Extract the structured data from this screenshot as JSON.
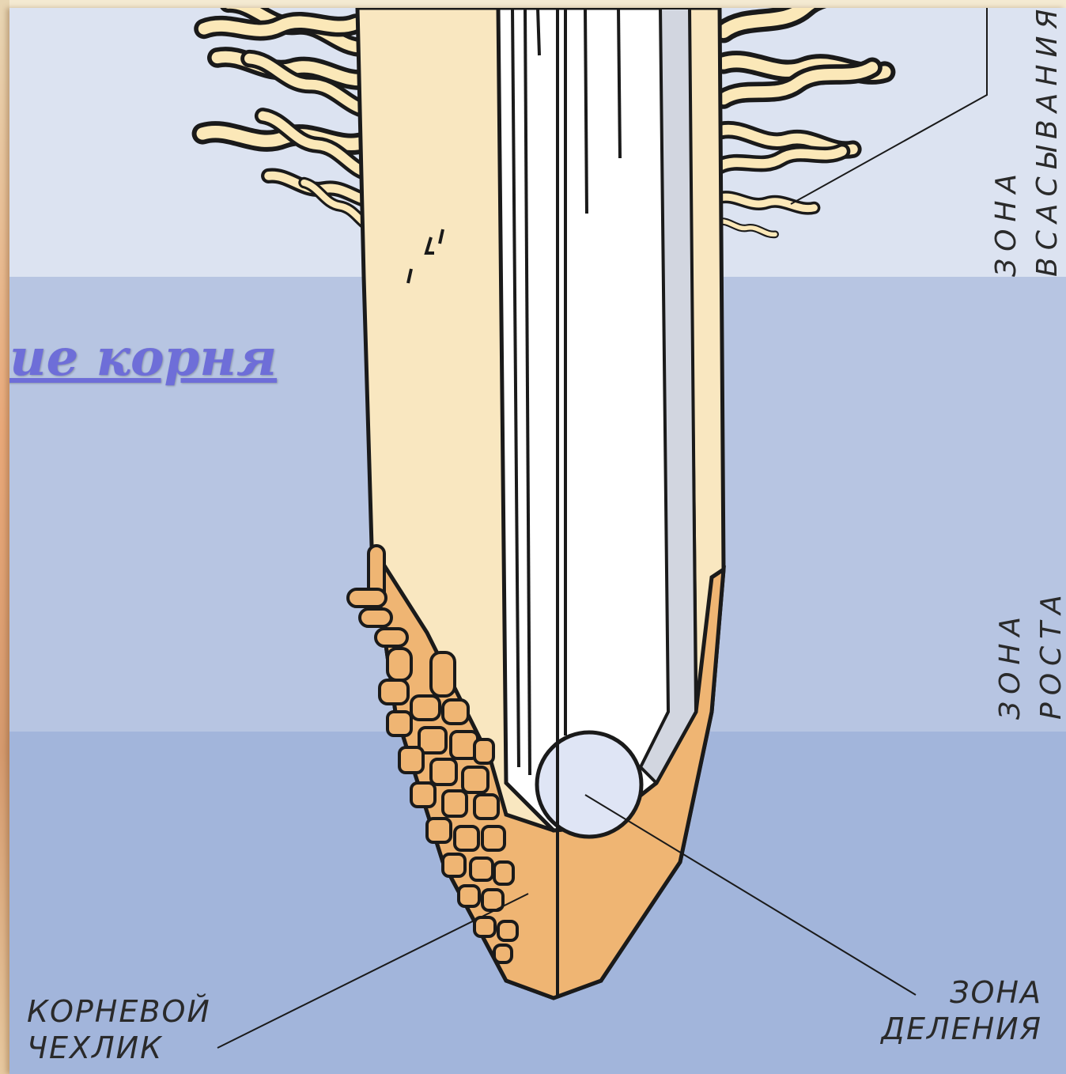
{
  "title_link": "Строение корня",
  "labels": {
    "absorption_zone": [
      "ЗОНА",
      "ВСАСЫВАНИЯ"
    ],
    "growth_zone": [
      "ЗОНА",
      "РОСТА"
    ],
    "division_zone": [
      "ЗОНА",
      "ДЕЛЕНИЯ"
    ],
    "root_cap": [
      "КОРНЕВОЙ",
      "ЧЕХЛИК"
    ]
  },
  "colors": {
    "background_top": "#dce3f1",
    "background_middle": "#b7c5e2",
    "background_bottom": "#a2b5db",
    "root_body": "#f9e7c0",
    "root_cap": "#efb573",
    "central_cylinder": "#ffffff",
    "link": "#6e6ed8"
  }
}
